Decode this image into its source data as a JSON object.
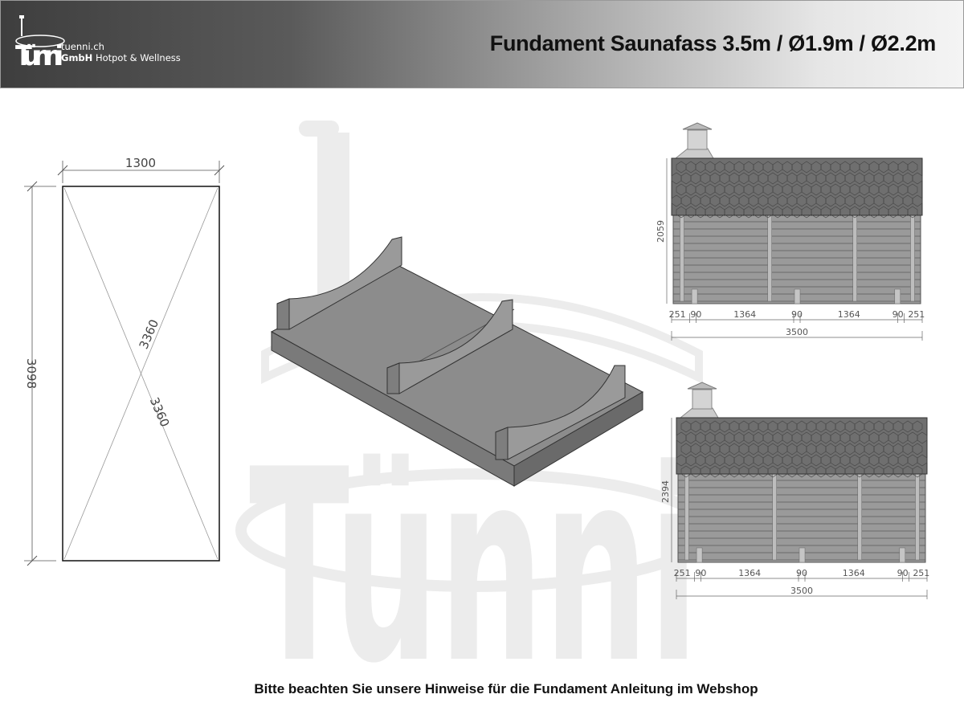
{
  "header": {
    "brand_line1": "tuenni.ch",
    "brand_bold": "GmbH",
    "brand_rest": "Hotpot & Wellness",
    "logo_text": "Tünni",
    "title": "Fundament Saunafass 3.5m / Ø1.9m / Ø2.2m"
  },
  "plan": {
    "width": "1300",
    "length": "3098",
    "diagonal_1": "3360",
    "diagonal_2": "3360"
  },
  "elevation_1": {
    "height": "2059",
    "segments": [
      "251",
      "90",
      "1364",
      "90",
      "1364",
      "90",
      "251"
    ],
    "total": "3500"
  },
  "elevation_2": {
    "height": "2394",
    "segments": [
      "251",
      "90",
      "1364",
      "90",
      "1364",
      "90",
      "251"
    ],
    "total": "3500"
  },
  "watermark": {
    "text": "Tünni"
  },
  "footer": {
    "note": "Bitte beachten Sie unsere Hinweise für die Fundament Anleitung im Webshop"
  },
  "colors": {
    "header_dark": "#3e3e3e",
    "header_light": "#f4f4f4",
    "roof": "#6f6f6f",
    "wall": "#9a9a9a",
    "foundation": "#8a8a8a"
  }
}
